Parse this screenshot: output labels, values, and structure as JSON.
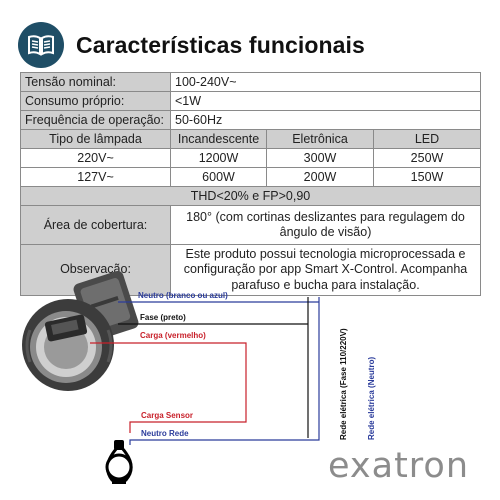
{
  "header": {
    "title": "Características funcionais",
    "icon": "open-book-icon",
    "icon_color": "#1f4e66"
  },
  "specs": {
    "voltage": {
      "label": "Tensão nominal:",
      "value": "100-240V~"
    },
    "consumption": {
      "label": "Consumo próprio:",
      "value": "<1W"
    },
    "frequency": {
      "label": "Frequência de operação:",
      "value": "50-60Hz"
    },
    "lamp_table": {
      "headers": [
        "Tipo de lâmpada",
        "Incandescente",
        "Eletrônica",
        "LED"
      ],
      "rows": [
        [
          "220V~",
          "1200W",
          "300W",
          "250W"
        ],
        [
          "127V~",
          "600W",
          "200W",
          "150W"
        ]
      ]
    },
    "thd": "THD<20% e FP>0,90",
    "coverage": {
      "label": "Área de cobertura:",
      "value": "180° (com cortinas deslizantes para regulagem do ângulo de visão)"
    },
    "notes": {
      "label": "Observação:",
      "value": "Este produto possui tecnologia microprocessada e configuração por app Smart X-Control. Acompanha parafuso e bucha para instalação."
    }
  },
  "wiring": {
    "neutral": "Neutro (branco ou azul)",
    "phase": "Fase (preto)",
    "load": "Carga (vermelho)",
    "load_sensor": "Carga Sensor",
    "neutral_network": "Neutro Rede",
    "mains_phase": "Rede elétrica (Fase 110/220V)",
    "mains_neutral": "Rede elétrica (Neutro)",
    "colors": {
      "blue": "#2b3c9b",
      "red": "#c8202a",
      "black": "#111111"
    }
  },
  "brand": "exatron"
}
